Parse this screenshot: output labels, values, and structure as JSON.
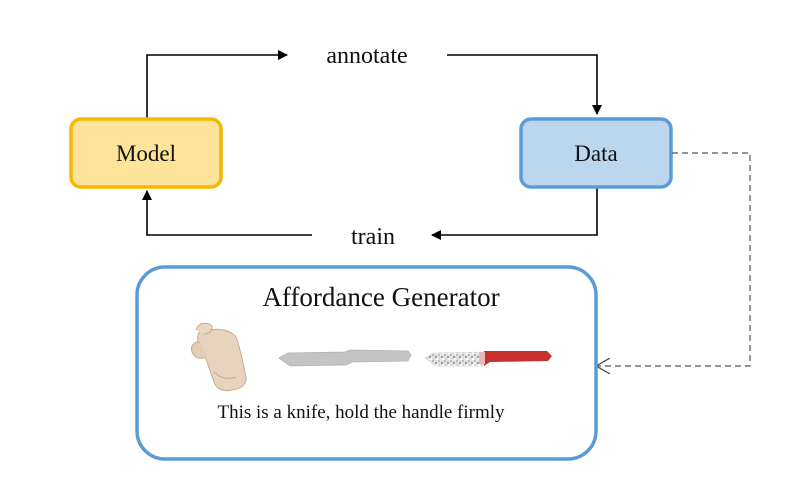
{
  "nodes": {
    "model": {
      "label": "Model",
      "fill": "#fde49a",
      "stroke": "#f5b800"
    },
    "data": {
      "label": "Data",
      "fill": "#bcd6ee",
      "stroke": "#5b9bd5"
    }
  },
  "edges": {
    "annotate": {
      "label": "annotate"
    },
    "train": {
      "label": "train"
    }
  },
  "generator": {
    "title": "Affordance Generator",
    "caption": "This is a knife, hold the handle firmly",
    "stroke": "#5b9bd5",
    "knife_plain_color": "#c4c4c4",
    "knife_handle_color": "#c8312f"
  }
}
